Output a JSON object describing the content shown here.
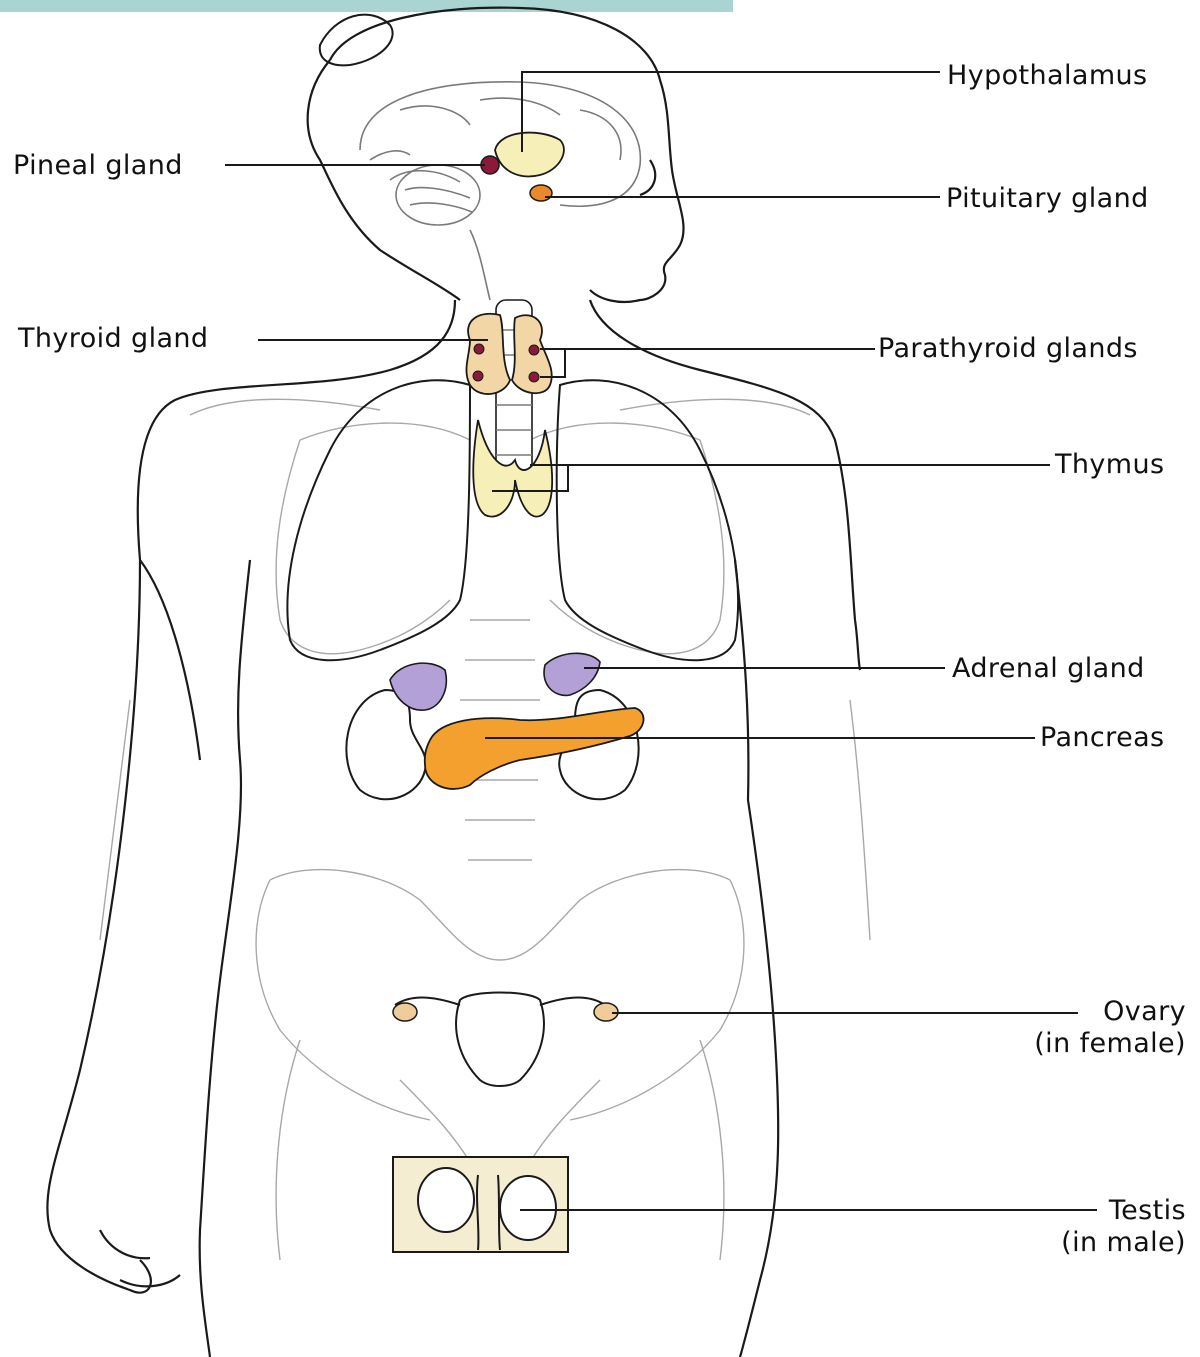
{
  "labels": {
    "hypothalamus": "Hypothalamus",
    "pineal": "Pineal gland",
    "pituitary": "Pituitary gland",
    "thyroid": "Thyroid gland",
    "parathyroid": "Parathyroid glands",
    "thymus": "Thymus",
    "adrenal": "Adrenal gland",
    "pancreas": "Pancreas",
    "ovary": "Ovary",
    "ovary_note": "(in female)",
    "testis": "Testis",
    "testis_note": "(in male)"
  },
  "colors": {
    "header_bar": "#a9d4d2",
    "outline": "#1a1a1a",
    "light_outline": "#9a9a9a",
    "gland_cream": "#f7efb8",
    "pineal_red": "#8a1a3a",
    "pituitary_orange": "#e8892a",
    "thyroid_tan": "#f2d6a6",
    "adrenal_purple": "#b3a0d6",
    "pancreas_orange": "#f3a02e",
    "ovary_tan": "#f0cc99",
    "testis_box": "#f5edd2"
  }
}
